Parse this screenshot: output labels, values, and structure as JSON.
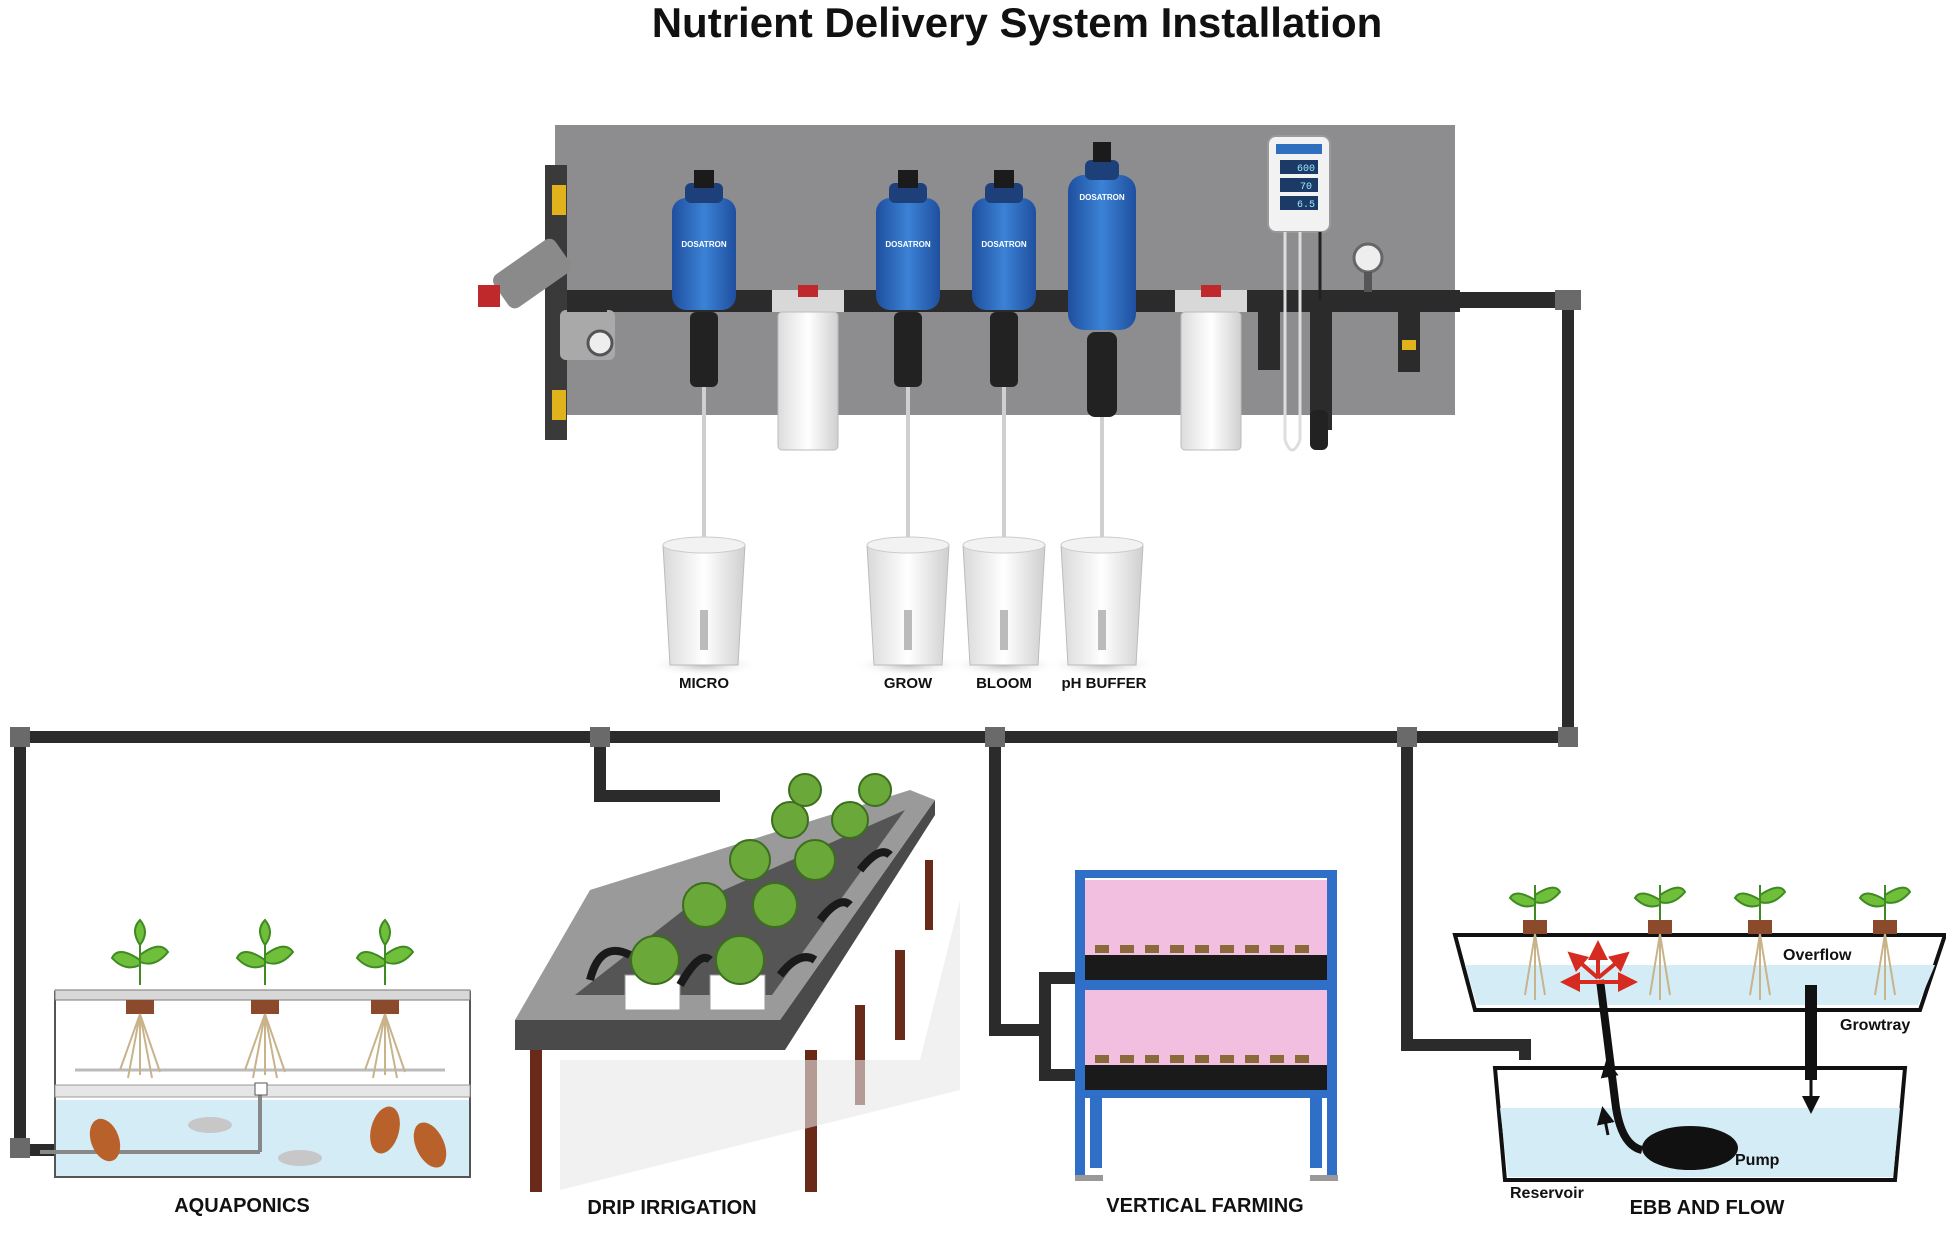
{
  "title": "Nutrient Delivery System Installation",
  "buckets": [
    {
      "label": "MICRO"
    },
    {
      "label": "GROW"
    },
    {
      "label": "BLOOM"
    },
    {
      "label": "pH BUFFER"
    }
  ],
  "brand": "DOSATRON",
  "controller": {
    "readings": [
      "600",
      "70",
      "6.5"
    ]
  },
  "systems": [
    {
      "label": "AQUAPONICS"
    },
    {
      "label": "DRIP IRRIGATION"
    },
    {
      "label": "VERTICAL FARMING"
    },
    {
      "label": "EBB AND FLOW"
    }
  ],
  "ebb_flow": {
    "overflow": "Overflow",
    "growtray": "Growtray",
    "pump": "Pump",
    "reservoir": "Reservoir"
  },
  "colors": {
    "panel": "#8d8d8f",
    "pipe": "#2b2b2b",
    "dosatron_blue": "#2f6fc0",
    "water": "#d4ecf6",
    "vertical_frame": "#2f6fc8",
    "grow_light": "#f2bfe0",
    "plant_green": "#6fbf3a",
    "flow_arrow": "#d62b20"
  }
}
